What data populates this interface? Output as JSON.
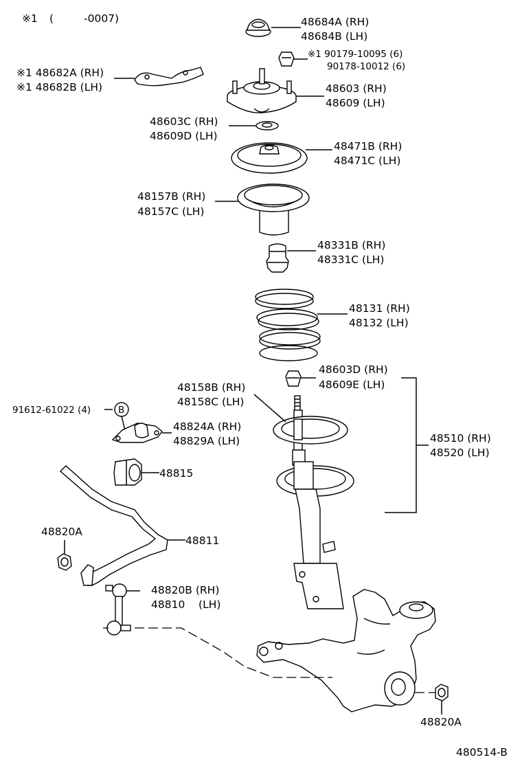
{
  "note": {
    "mark": "※1",
    "open": "(",
    "range": "-0007)"
  },
  "labels": {
    "p48684": [
      "48684A (RH)",
      "48684B (LH)"
    ],
    "p90179": [
      "※1 90179-10095 (6)",
      "90178-10012 (6)"
    ],
    "p48682": [
      "※1 48682A (RH)",
      "※1 48682B (LH)"
    ],
    "p48603": [
      "48603 (RH)",
      "48609 (LH)"
    ],
    "p48603c": [
      "48603C (RH)",
      "48609D (LH)"
    ],
    "p48471": [
      "48471B (RH)",
      "48471C (LH)"
    ],
    "p48157": [
      "48157B (RH)",
      "48157C (LH)"
    ],
    "p48331": [
      "48331B (RH)",
      "48331C (LH)"
    ],
    "p48131": [
      "48131 (RH)",
      "48132 (LH)"
    ],
    "p48603d": [
      "48603D (RH)",
      "48609E (LH)"
    ],
    "p48158": [
      "48158B (RH)",
      "48158C (LH)"
    ],
    "p91612": "91612-61022 (4)",
    "callout_b": "B",
    "p48824": [
      "48824A (RH)",
      "48829A (LH)"
    ],
    "p48510": [
      "48510 (RH)",
      "48520 (LH)"
    ],
    "p48815": "48815",
    "p48820a_left": "48820A",
    "p48811": "48811",
    "p48820b": [
      "48820B (RH)",
      "48810    (LH)"
    ],
    "p48820a_right": "48820A",
    "diagram_id": "480514-B"
  }
}
